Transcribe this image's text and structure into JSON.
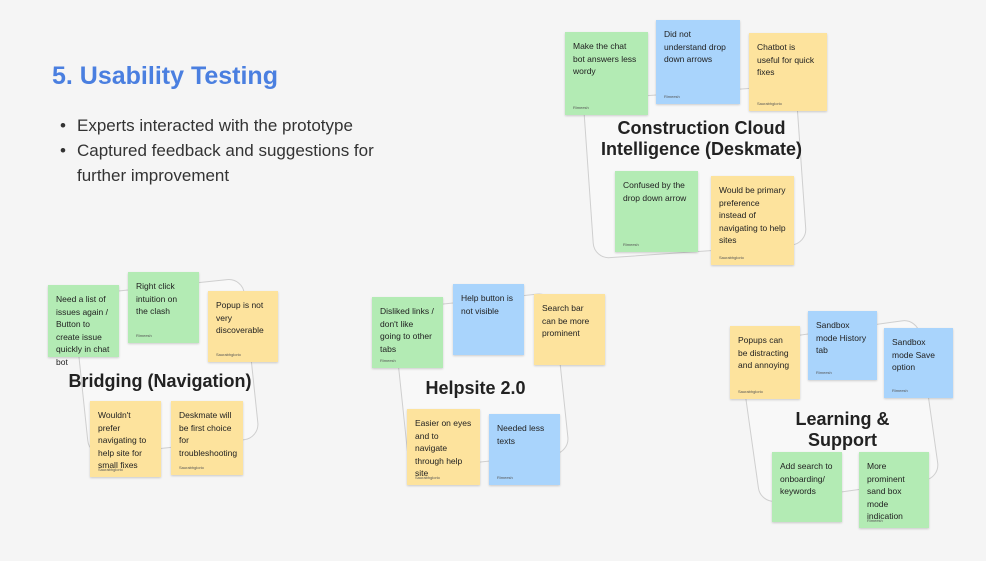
{
  "slide": {
    "title": "5. Usability Testing",
    "bullets": [
      "Experts interacted with the prototype",
      "Captured feedback and suggestions for further improvement"
    ]
  },
  "colors": {
    "title": "#4a7fe0",
    "green_note": "#b3ebb4",
    "blue_note": "#a9d4fc",
    "yellow_note": "#fde39d"
  },
  "clusters": {
    "deskmate": {
      "label": "Construction Cloud Intelligence (Deskmate)",
      "notes": [
        {
          "text": "Make the chat bot answers less wordy",
          "author": "Rimeesh"
        },
        {
          "text": "Did not understand  drop down arrows",
          "author": "Rimeesh"
        },
        {
          "text": "Chatbot is useful for quick fixes",
          "author": "Saurabhglorio"
        },
        {
          "text": "Confused by the drop down arrow",
          "author": "Rimeesh"
        },
        {
          "text": "Would be primary preference instead of navigating to help sites",
          "author": "Saurabhglorio"
        }
      ]
    },
    "bridging": {
      "label": "Bridging (Navigation)",
      "notes": [
        {
          "text": "Need a list of issues again / Button to create issue quickly in chat bot",
          "author": ""
        },
        {
          "text": "Right click intuition on the clash",
          "author": "Rimeesh"
        },
        {
          "text": "Popup is not very discoverable",
          "author": "Saurabhglorio"
        },
        {
          "text": "Wouldn't prefer navigating to help site for small fixes",
          "author": "Saurabhglorio"
        },
        {
          "text": "Deskmate will be first choice for troubleshooting",
          "author": "Saurabhglorio"
        }
      ]
    },
    "helpsite": {
      "label": "Helpsite 2.0",
      "notes": [
        {
          "text": "Disliked links / don't like going to other tabs",
          "author": "Rimeesh"
        },
        {
          "text": "Help button is not visible",
          "author": ""
        },
        {
          "text": "Search bar can be more prominent",
          "author": ""
        },
        {
          "text": "Easier on eyes and to navigate through help site",
          "author": "Saurabhglorio"
        },
        {
          "text": "Needed less texts",
          "author": "Rimeesh"
        }
      ]
    },
    "learning": {
      "label": "Learning & Support",
      "notes": [
        {
          "text": "Popups can be distracting and annoying",
          "author": "Saurabhglorio"
        },
        {
          "text": "Sandbox mode History tab",
          "author": "Rimeesh"
        },
        {
          "text": "Sandbox mode Save option",
          "author": "Rimeesh"
        },
        {
          "text": "Add search to onboarding/ keywords",
          "author": ""
        },
        {
          "text": "More prominent sand box mode indication",
          "author": "Rimeesh"
        }
      ]
    }
  }
}
